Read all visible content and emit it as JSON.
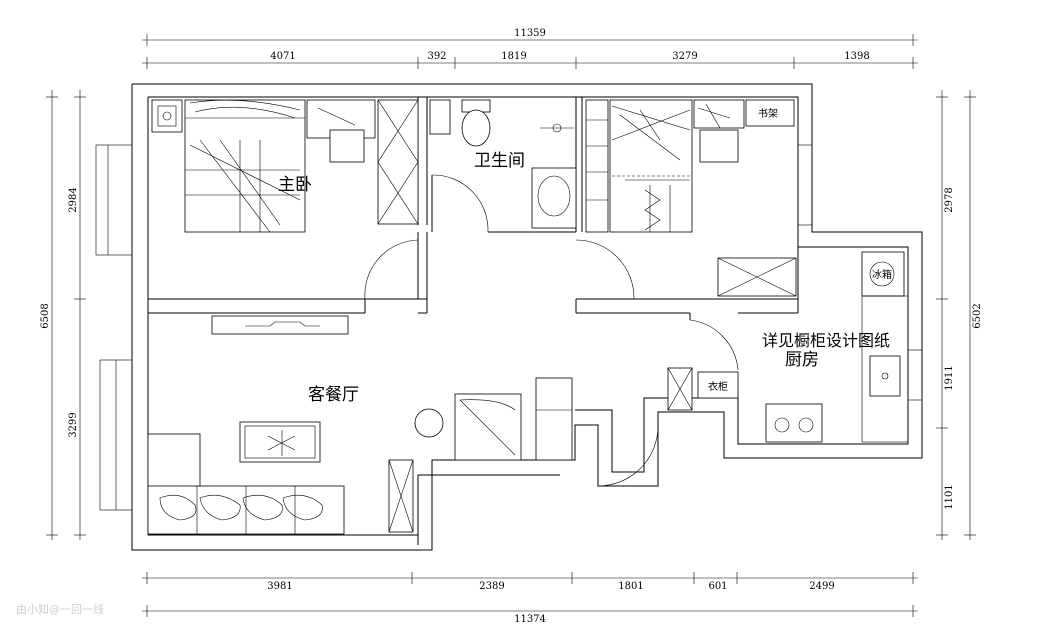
{
  "dimensions": {
    "top_total": "11359",
    "top_segments": [
      "4071",
      "392",
      "1819",
      "3279",
      "1398"
    ],
    "bottom_total": "11374",
    "bottom_segments": [
      "3981",
      "2389",
      "1801",
      "601",
      "2499"
    ],
    "left_total": "6508",
    "left_segments": [
      "2984",
      "3299"
    ],
    "right_total": "6502",
    "right_segments": [
      "2978",
      "1911",
      "1101"
    ]
  },
  "rooms": {
    "master_bedroom": "主卧",
    "bathroom": "卫生间",
    "living_dining": "客餐厅",
    "kitchen": "厨房",
    "bookshelf": "书架",
    "wardrobe": "衣柜",
    "fridge": "冰箱"
  },
  "notes": {
    "cabinet_note": "详见橱柜设计图纸"
  },
  "watermark": "由小知@一回一线"
}
